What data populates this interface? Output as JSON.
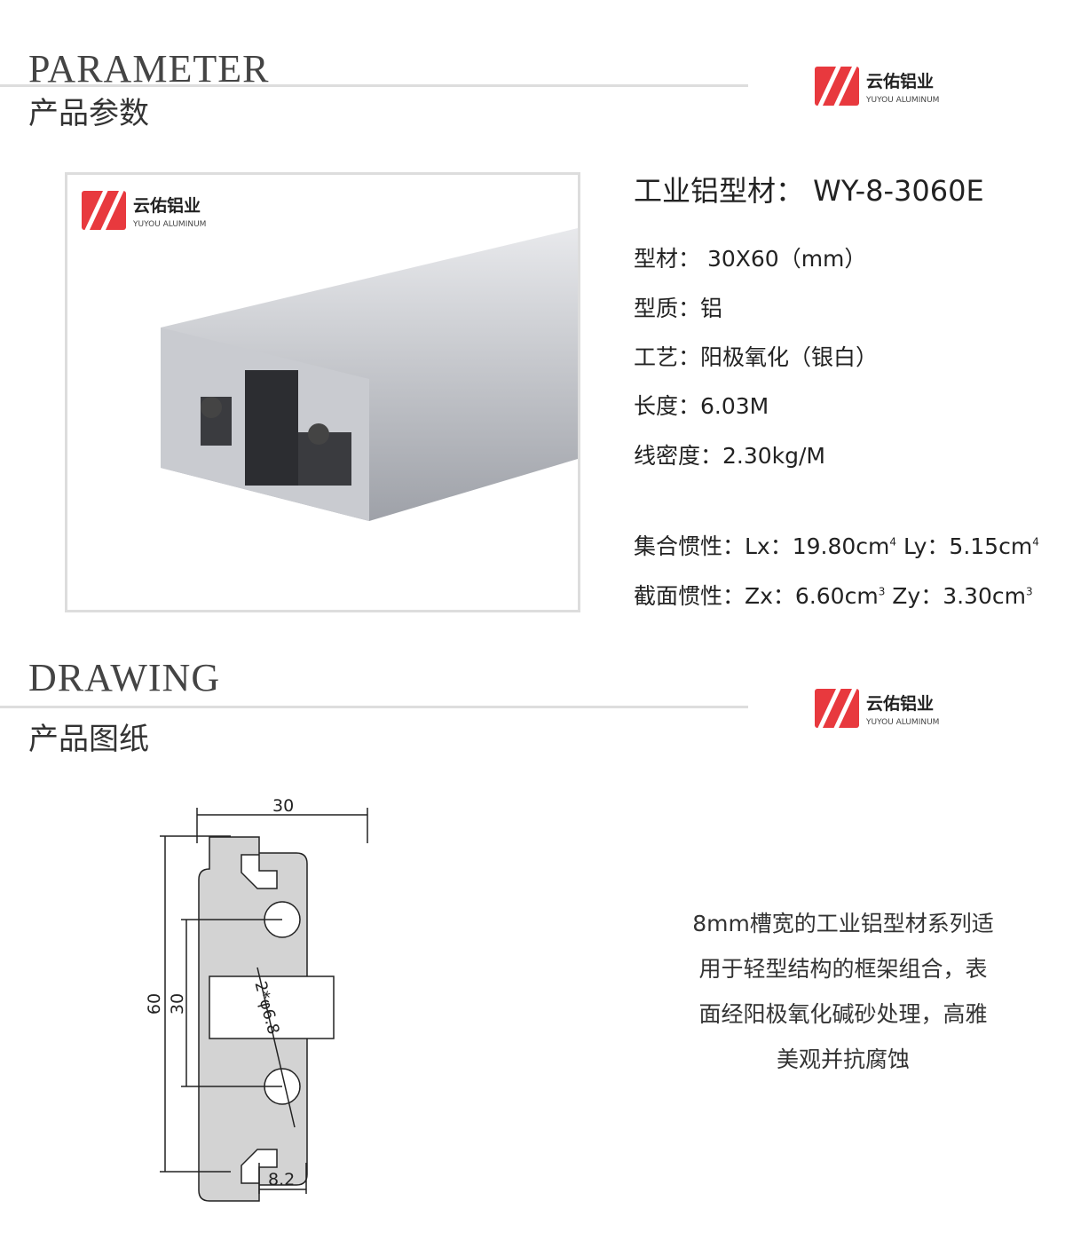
{
  "logo": {
    "name": "云佑铝业",
    "sub": "YUYOU ALUMINUM"
  },
  "parameter": {
    "en": "PARAMETER",
    "cn": "产品参数"
  },
  "drawing": {
    "en": "DRAWING",
    "cn": "产品图纸"
  },
  "specs": {
    "title": "工业铝型材：  WY-8-3060E",
    "size": "型材：  30X60（mm）",
    "material": "型质：铝",
    "process": "工艺：阳极氧化（银白）",
    "length": "长度：6.03M",
    "density": "线密度：2.30kg/M",
    "inertia_label": "集合惯性：Lx：19.80cm",
    "inertia_ly": " Ly：5.15cm",
    "inertia_exp": "4",
    "section_label": "截面惯性：Zx：6.60cm",
    "section_zy": " Zy：3.30cm",
    "section_exp": "3"
  },
  "dims": {
    "width": "30",
    "height": "60",
    "pitch": "30",
    "slot": "8.2",
    "hole": "2*φ6.8"
  },
  "description": [
    "8mm槽宽的工业铝型材系列适",
    "用于轻型结构的框架组合，表",
    "面经阳极氧化碱砂处理，高雅",
    "美观并抗腐蚀"
  ],
  "colors": {
    "brand": "#e8393e"
  }
}
